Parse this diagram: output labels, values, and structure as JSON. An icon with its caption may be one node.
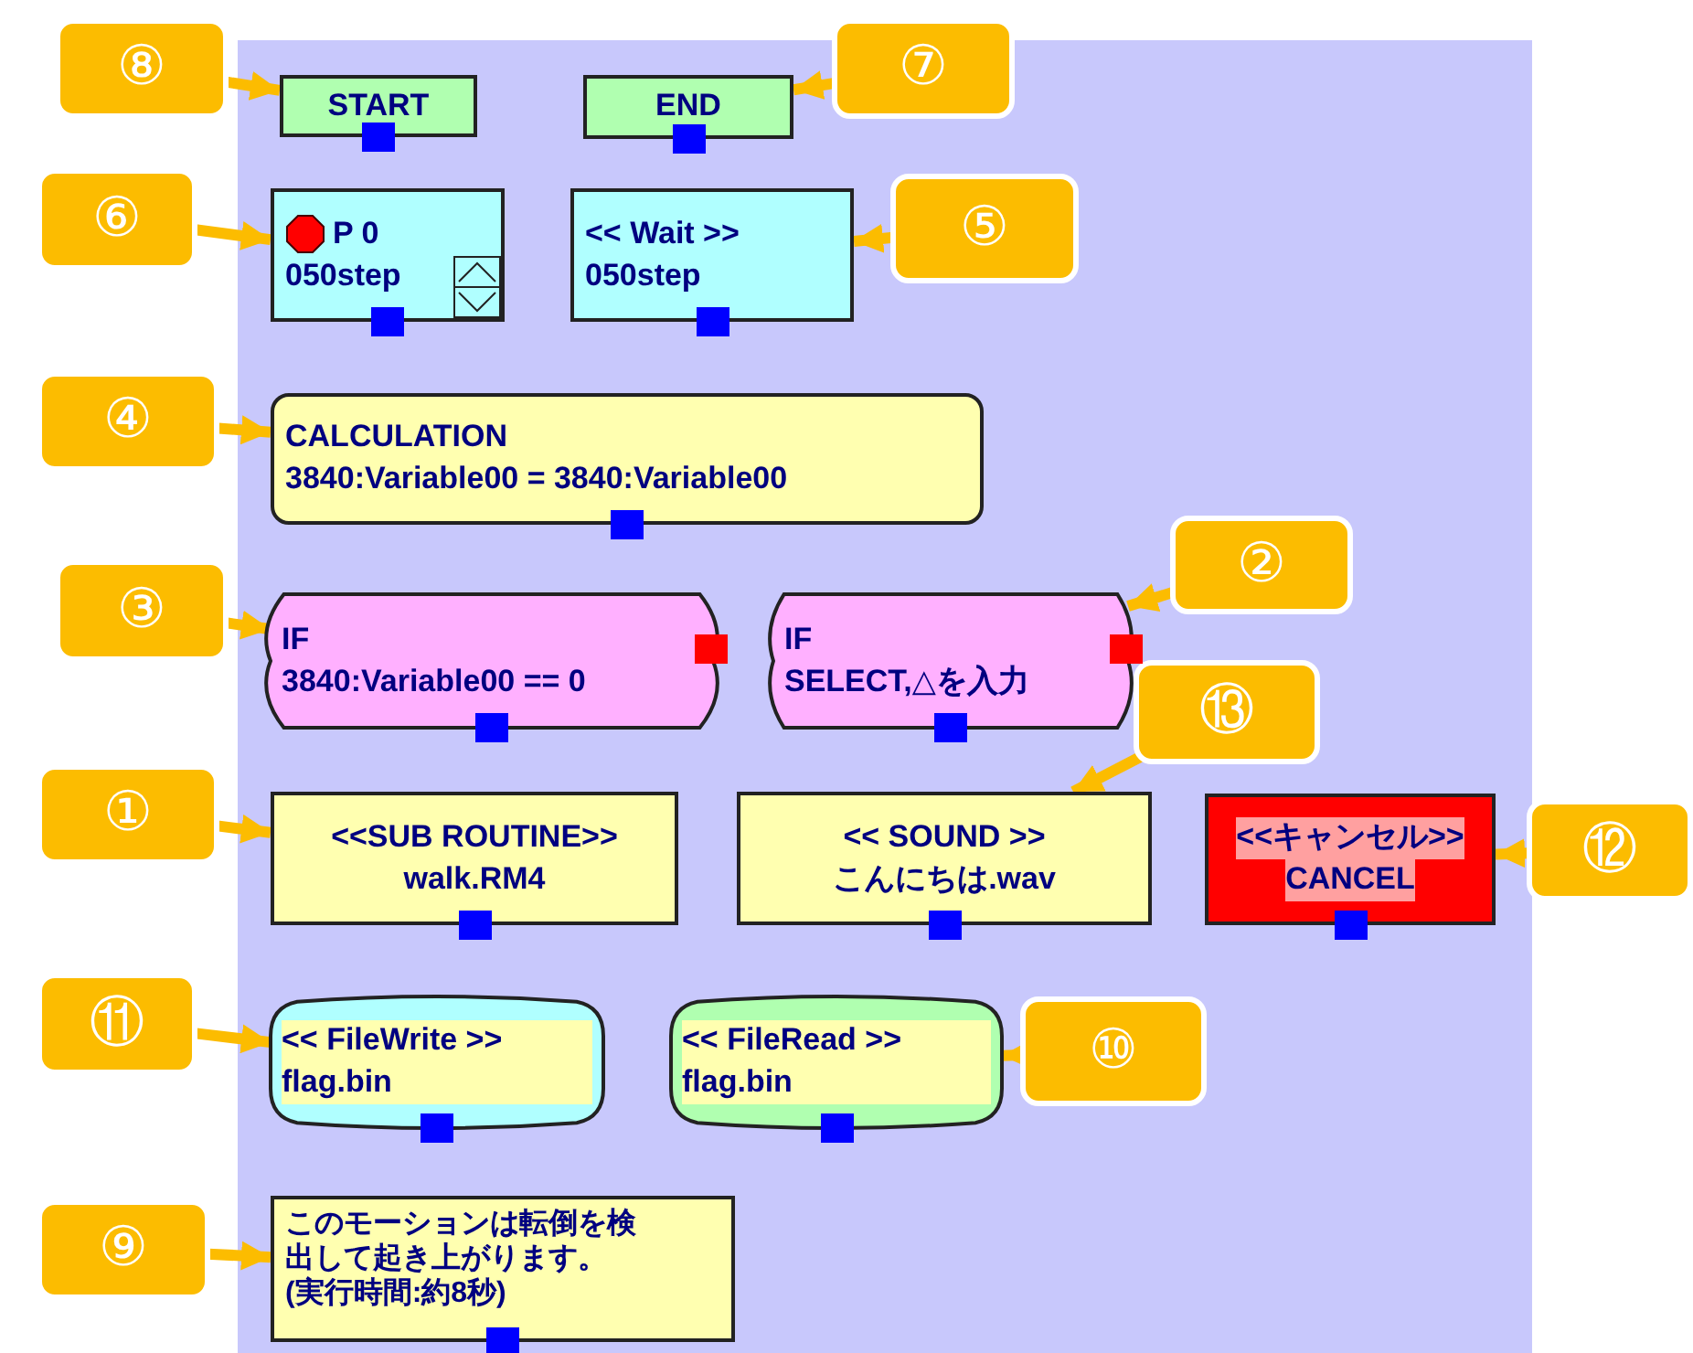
{
  "diagram": {
    "nodes": [
      {
        "text": [
          "⑧"
        ]
      },
      {
        "text": [
          "START"
        ]
      },
      {
        "text": [
          "END"
        ]
      },
      {
        "text": [
          "⑦"
        ]
      },
      {
        "text": [
          "⑥"
        ]
      },
      {
        "text": [
          "P 0",
          "050step"
        ]
      },
      {
        "text": [
          "<< Wait >>",
          "050step"
        ]
      },
      {
        "text": [
          "⑤"
        ]
      },
      {
        "text": [
          "④"
        ]
      },
      {
        "text": [
          "CALCULATION",
          "3840:Variable00 = 3840:Variable00"
        ]
      },
      {
        "text": [
          "③"
        ]
      },
      {
        "text": [
          "IF",
          "3840:Variable00 == 0"
        ]
      },
      {
        "text": [
          "IF",
          "SELECT,△を入力"
        ]
      },
      {
        "text": [
          "②"
        ]
      },
      {
        "text": [
          "⑬"
        ]
      },
      {
        "text": [
          "①"
        ]
      },
      {
        "text": [
          "<<SUB ROUTINE>>",
          "walk.RM4"
        ]
      },
      {
        "text": [
          "<< SOUND >>",
          "こんにちは.wav"
        ]
      },
      {
        "text": [
          "<<キャンセル>>",
          "CANCEL"
        ]
      },
      {
        "text": [
          "⑫"
        ]
      },
      {
        "text": [
          "⑪"
        ]
      },
      {
        "text": [
          "<< FileWrite >>",
          "flag.bin"
        ]
      },
      {
        "text": [
          "<< FileRead >>",
          "flag.bin"
        ]
      },
      {
        "text": [
          "⑩"
        ]
      },
      {
        "text": [
          "⑨"
        ]
      },
      {
        "text": [
          "このモーションは転倒を検出して起き上がります。(実行時間:約8秒)"
        ]
      }
    ],
    "edges": [
      {
        "from": 0,
        "to": 1,
        "arrow": "to"
      },
      {
        "from": 3,
        "to": 2,
        "arrow": "to"
      },
      {
        "from": 4,
        "to": 5,
        "arrow": "to"
      },
      {
        "from": 7,
        "to": 6,
        "arrow": "to"
      },
      {
        "from": 8,
        "to": 9,
        "arrow": "to"
      },
      {
        "from": 10,
        "to": 11,
        "arrow": "to"
      },
      {
        "from": 13,
        "to": 12,
        "arrow": "to"
      },
      {
        "from": 14,
        "to": 17,
        "arrow": "to"
      },
      {
        "from": 15,
        "to": 16,
        "arrow": "to"
      },
      {
        "from": 19,
        "to": 18,
        "arrow": "to"
      },
      {
        "from": 20,
        "to": 21,
        "arrow": "to"
      },
      {
        "from": 23,
        "to": 22,
        "arrow": "to"
      },
      {
        "from": 24,
        "to": 25,
        "arrow": "to"
      }
    ]
  }
}
